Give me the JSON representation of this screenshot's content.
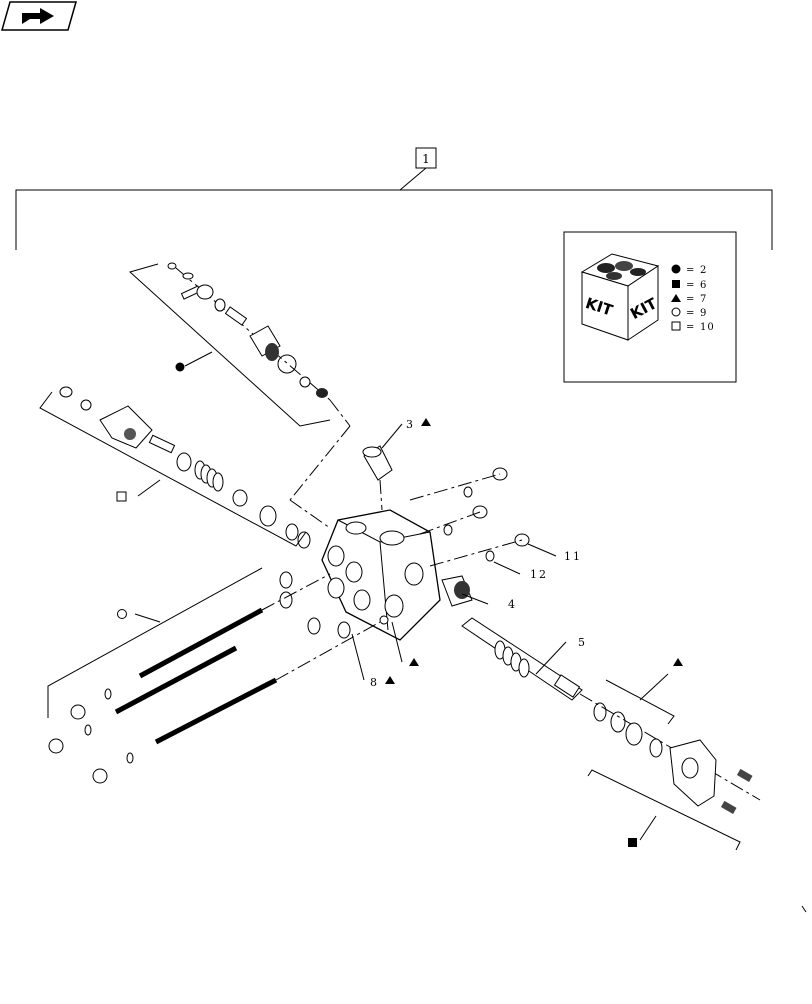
{
  "diagram": {
    "assembly_ref": "1",
    "callouts": [
      {
        "id": "c3",
        "number": "3",
        "symbol": "triangle"
      },
      {
        "id": "c4",
        "number": "4",
        "symbol": ""
      },
      {
        "id": "c5",
        "number": "5",
        "symbol": ""
      },
      {
        "id": "c8",
        "number": "8",
        "symbol": "triangle"
      },
      {
        "id": "c11",
        "number": "11",
        "symbol": ""
      },
      {
        "id": "c12",
        "number": "12",
        "symbol": ""
      }
    ],
    "kit_legend": {
      "box_text": "KIT",
      "entries": [
        {
          "symbol": "filled-circle",
          "ref": "2"
        },
        {
          "symbol": "filled-square",
          "ref": "6"
        },
        {
          "symbol": "filled-triangle",
          "ref": "7"
        },
        {
          "symbol": "open-circle",
          "ref": "9"
        },
        {
          "symbol": "open-square",
          "ref": "10"
        }
      ]
    },
    "group_symbols": [
      "filled-circle",
      "open-square",
      "open-circle",
      "filled-triangle",
      "filled-square",
      "filled-triangle"
    ]
  }
}
